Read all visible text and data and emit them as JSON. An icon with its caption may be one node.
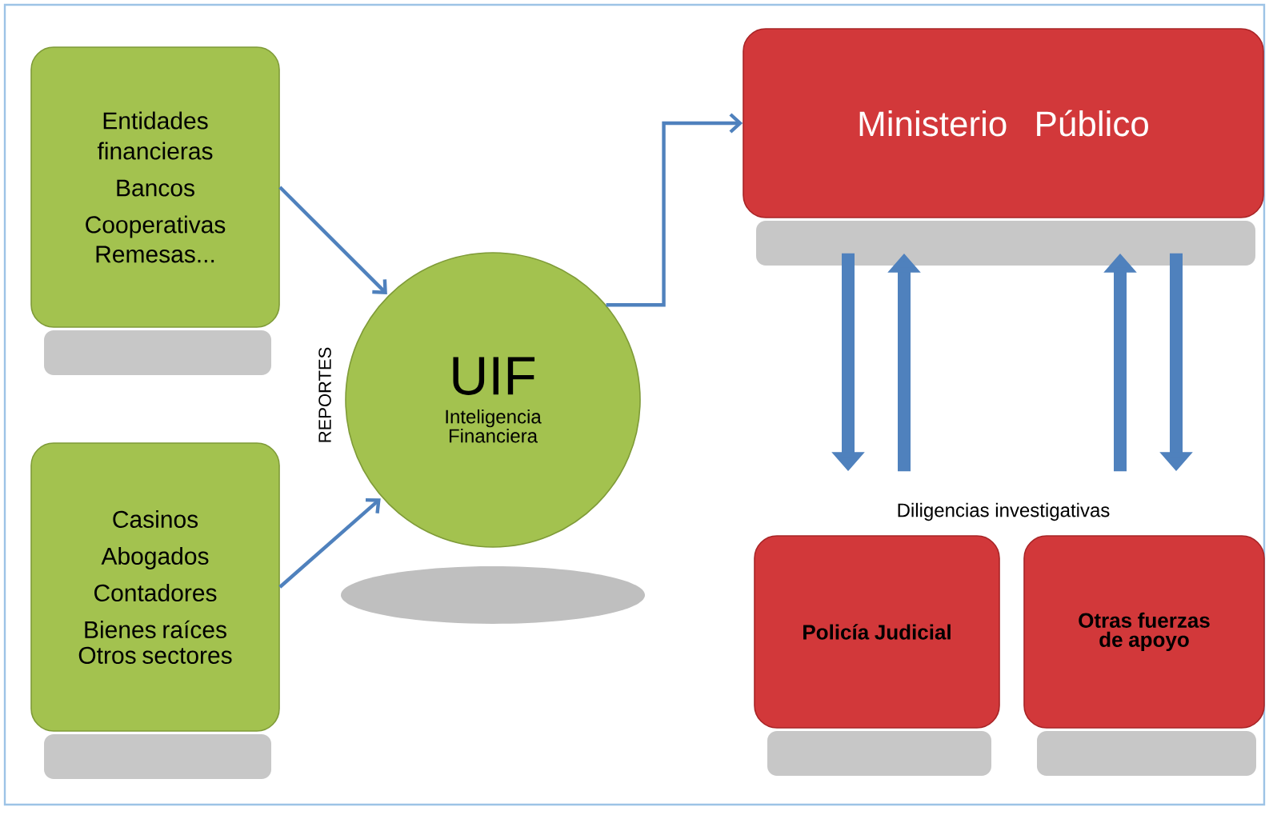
{
  "diagram": {
    "nodes": [
      {
        "text": [
          "Entidades financieras",
          "Bancos",
          "Cooperativas",
          "Remesas..."
        ]
      },
      {
        "text": [
          "Casinos",
          "Abogados",
          "Contadores",
          "Bienes raíces",
          "Otros sectores"
        ]
      },
      {
        "text": [
          "UIF",
          "Inteligencia Financiera"
        ]
      },
      {
        "text": [
          "Ministerio Público"
        ]
      },
      {
        "text": [
          "Policía Judicial"
        ]
      },
      {
        "text": [
          "Otras fuerzas de apoyo"
        ]
      }
    ],
    "edges": [
      {
        "from": 0,
        "to": 2,
        "arrow": "to"
      },
      {
        "from": 1,
        "to": 2,
        "arrow": "to"
      },
      {
        "from": 2,
        "to": 3,
        "arrow": "to"
      },
      {
        "from": 3,
        "to": 4,
        "arrow": "to"
      },
      {
        "from": 4,
        "to": 3,
        "arrow": "to"
      },
      {
        "from": 5,
        "to": 3,
        "arrow": "to"
      },
      {
        "from": 3,
        "to": 5,
        "arrow": "to"
      }
    ],
    "labels": [
      "REPORTES",
      "Diligencias investigativas"
    ]
  }
}
